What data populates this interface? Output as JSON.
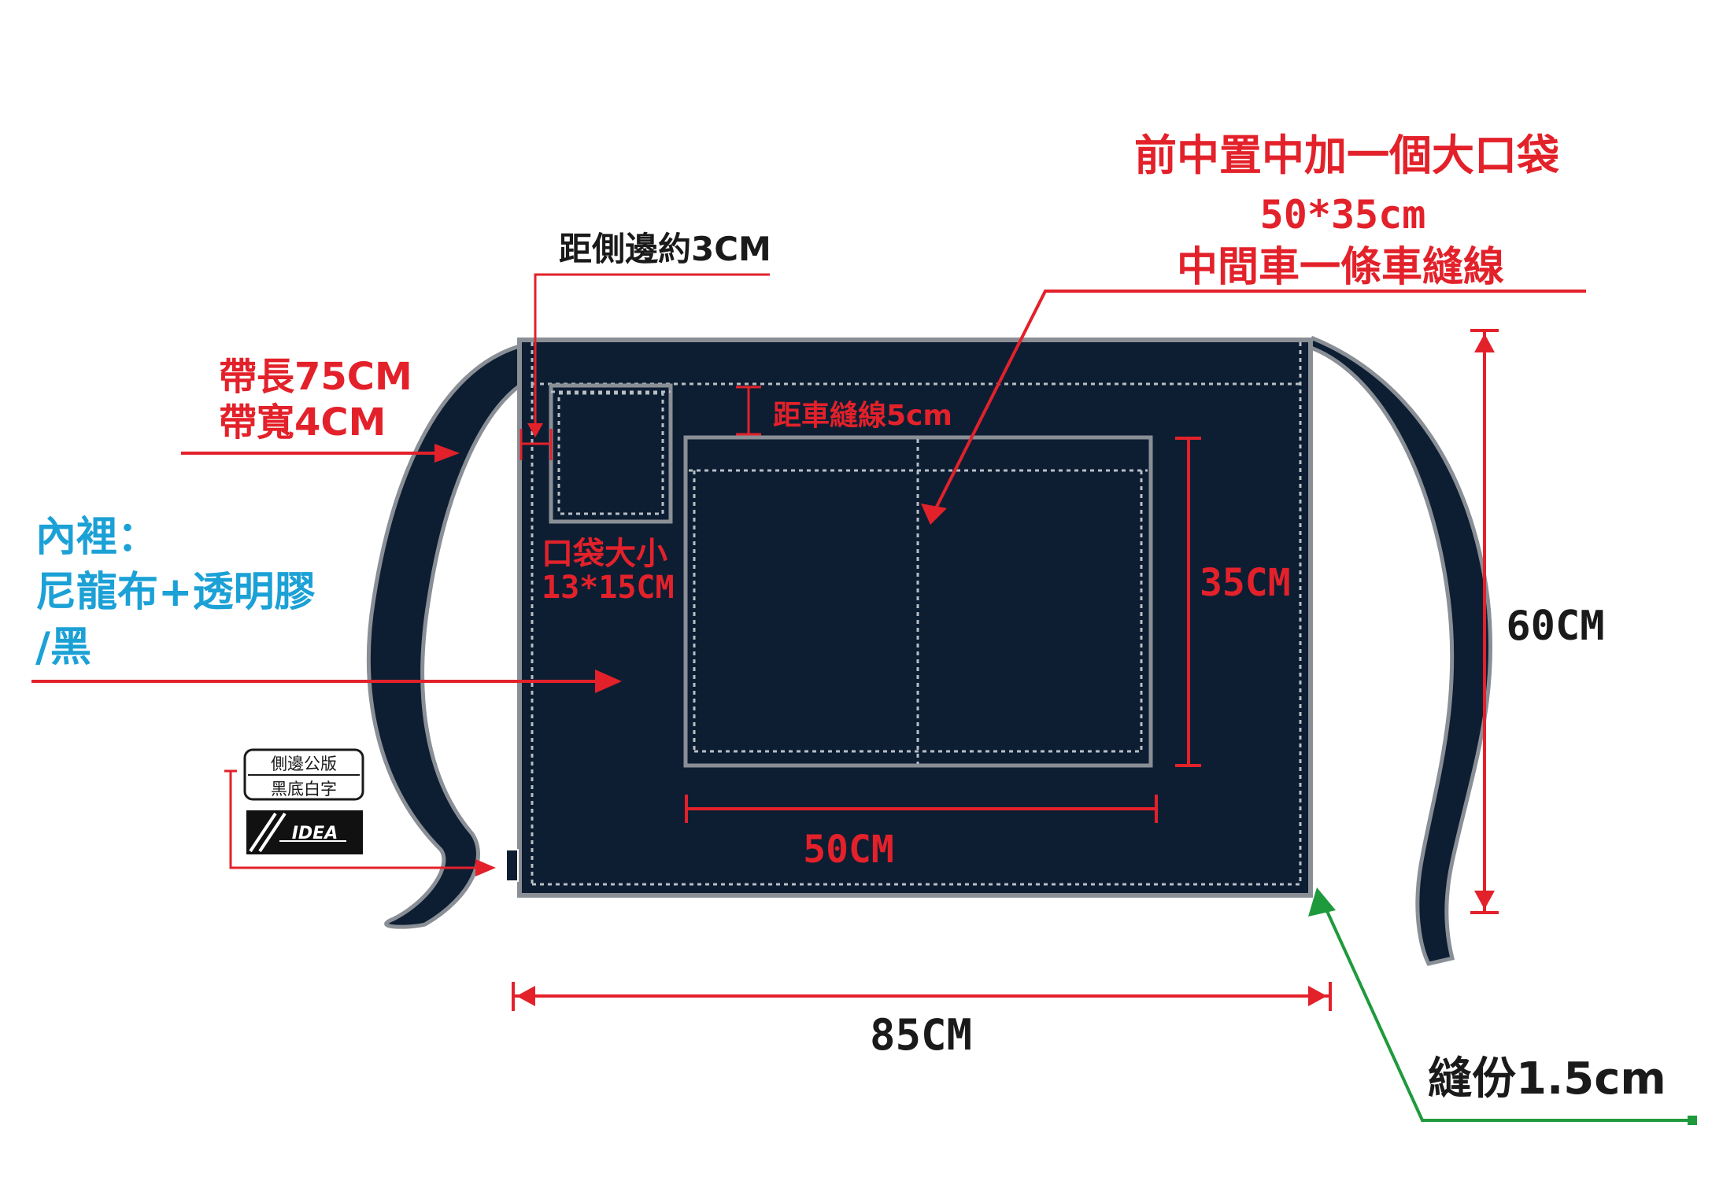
{
  "colors": {
    "fabric": "#0d1e33",
    "edge": "#8a8f96",
    "stitch": "#b9bec4",
    "annotation_red": "#e3212a",
    "annotation_blue": "#1ba1d6",
    "annotation_green": "#1e9a3c",
    "text_dark": "#1a1a1a",
    "background": "#ffffff"
  },
  "annotations": {
    "main_pocket": {
      "line1": "前中置中加一個大口袋",
      "line2": "50*35cm",
      "line3": "中間車一條車縫線"
    },
    "side_distance": "距側邊約3CM",
    "strap": {
      "line1": "帶長75CM",
      "line2": "帶寬4CM"
    },
    "lining": {
      "line1": "內裡：",
      "line2": "尼龍布+透明膠",
      "line3": "/黑"
    },
    "seam_distance": "距車縫線5cm",
    "small_pocket": {
      "line1": "口袋大小",
      "line2": "13*15CM"
    },
    "pocket_height": "35CM",
    "pocket_width": "50CM",
    "apron_height": "60CM",
    "apron_width": "85CM",
    "seam_allowance": "縫份1.5cm"
  },
  "label_tag": {
    "line1": "側邊公版",
    "line2": "黑底白字",
    "logo_text": "IDEA"
  }
}
